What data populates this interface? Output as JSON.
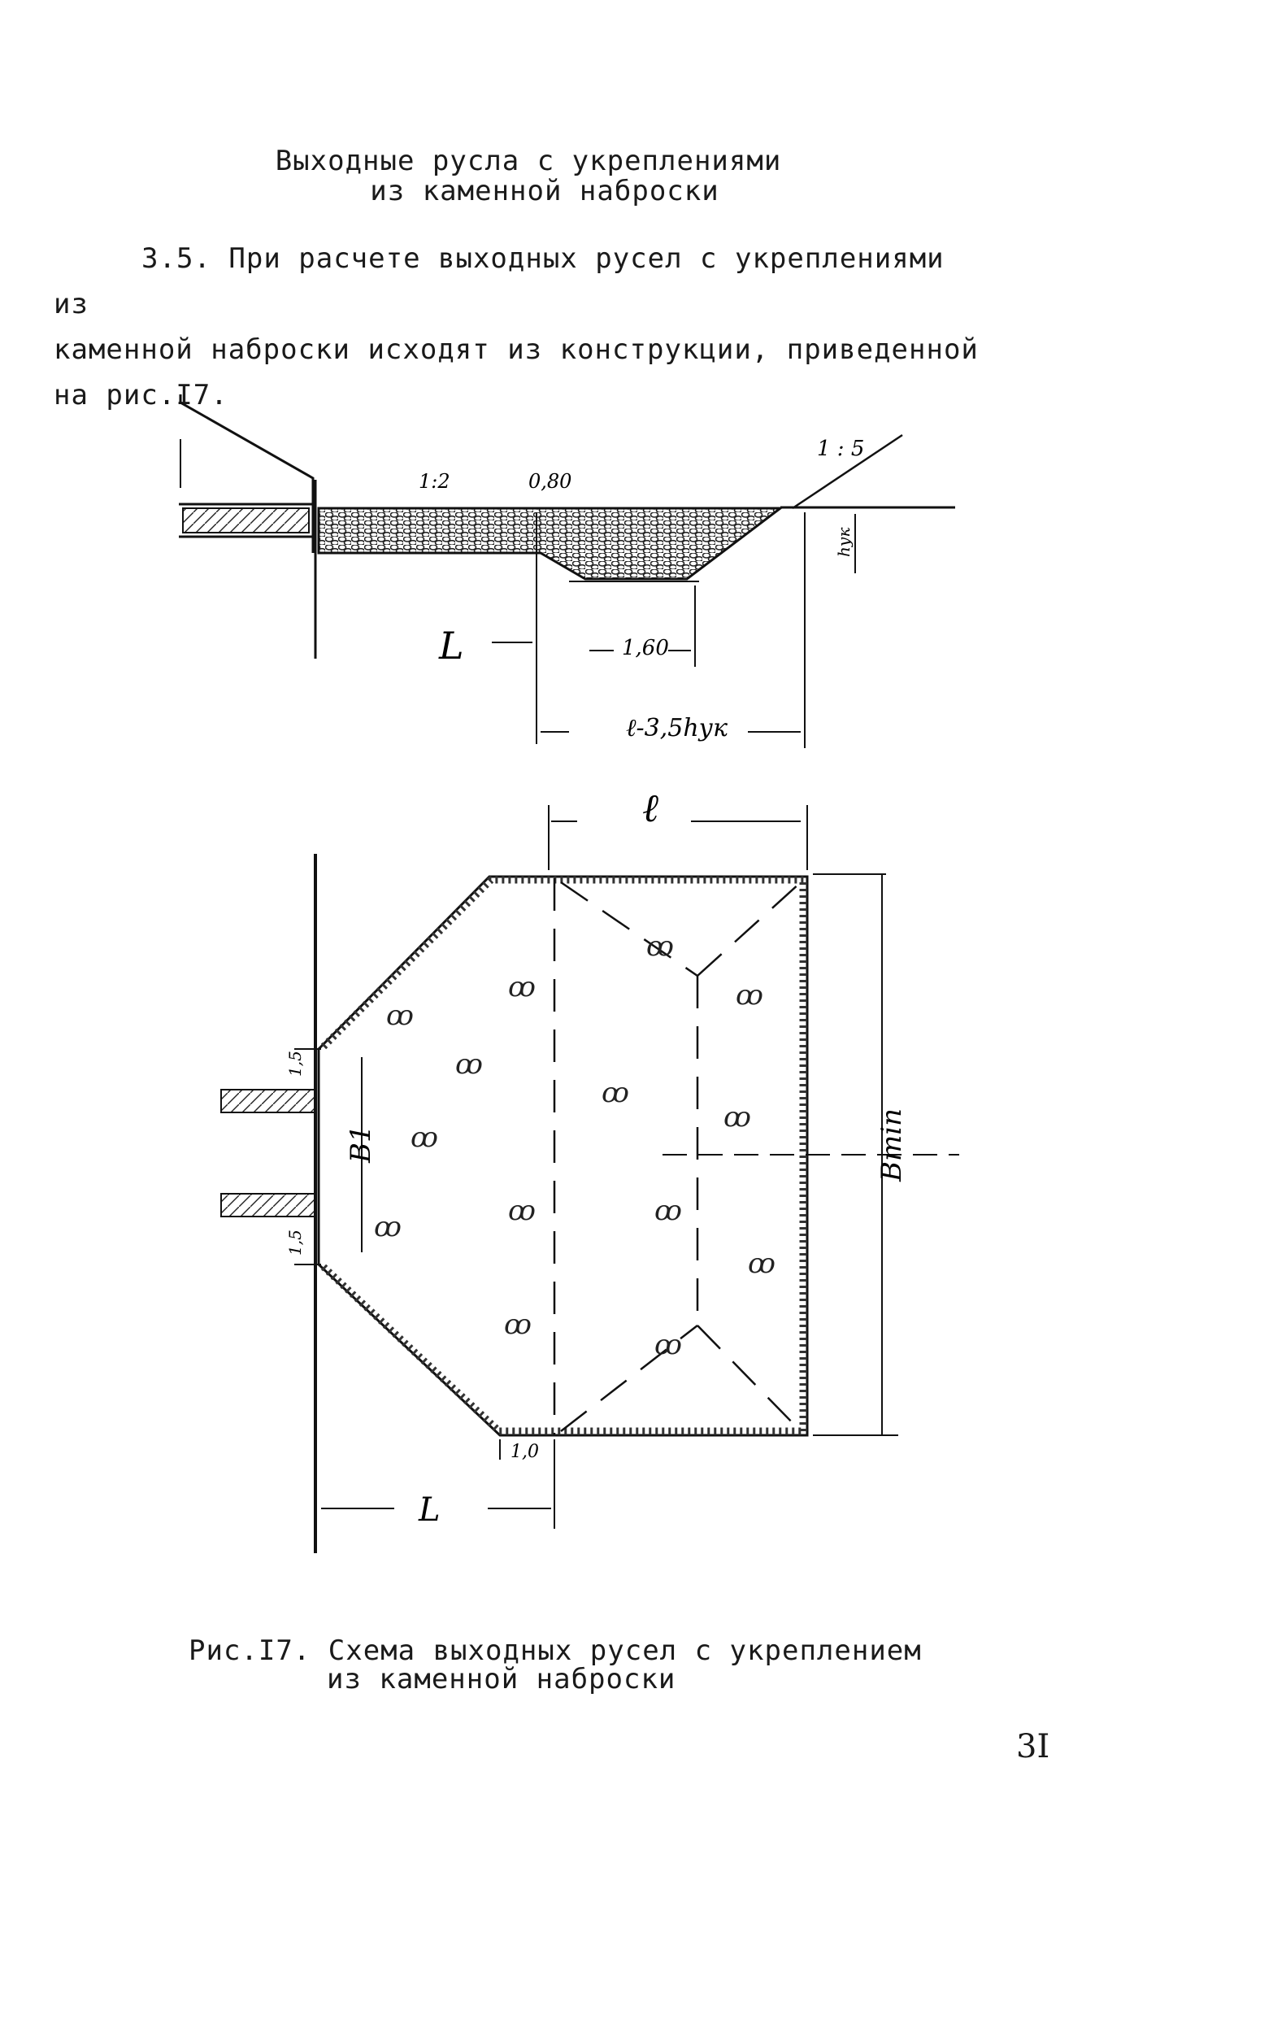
{
  "heading": {
    "line1": "Выходные русла с укреплениями",
    "line2": "из каменной наброски"
  },
  "paragraph": {
    "number": "3.5.",
    "line1": "При расчете выходных русел с укреплениями из",
    "line2": "каменной наброски исходят из конструкции, приведенной",
    "line3": "на рис.I7."
  },
  "section_labels": {
    "slope_left": "1:2",
    "depth": "0,80",
    "slope_right": "1 : 5",
    "h_label": "hук",
    "L_label": "L",
    "width_160": "1,60",
    "l_eq": "ℓ-3,5hук"
  },
  "plan_labels": {
    "l_top": "ℓ",
    "B_min": "Bmin",
    "B1": "B1",
    "offset_top": "1,5",
    "offset_bottom": "1,5",
    "ten": "1,0",
    "L_bottom": "L"
  },
  "caption": {
    "line1": "Рис.I7. Схема выходных русел с укреплением",
    "line2": "из каменной наброски"
  },
  "page_number": "3I"
}
